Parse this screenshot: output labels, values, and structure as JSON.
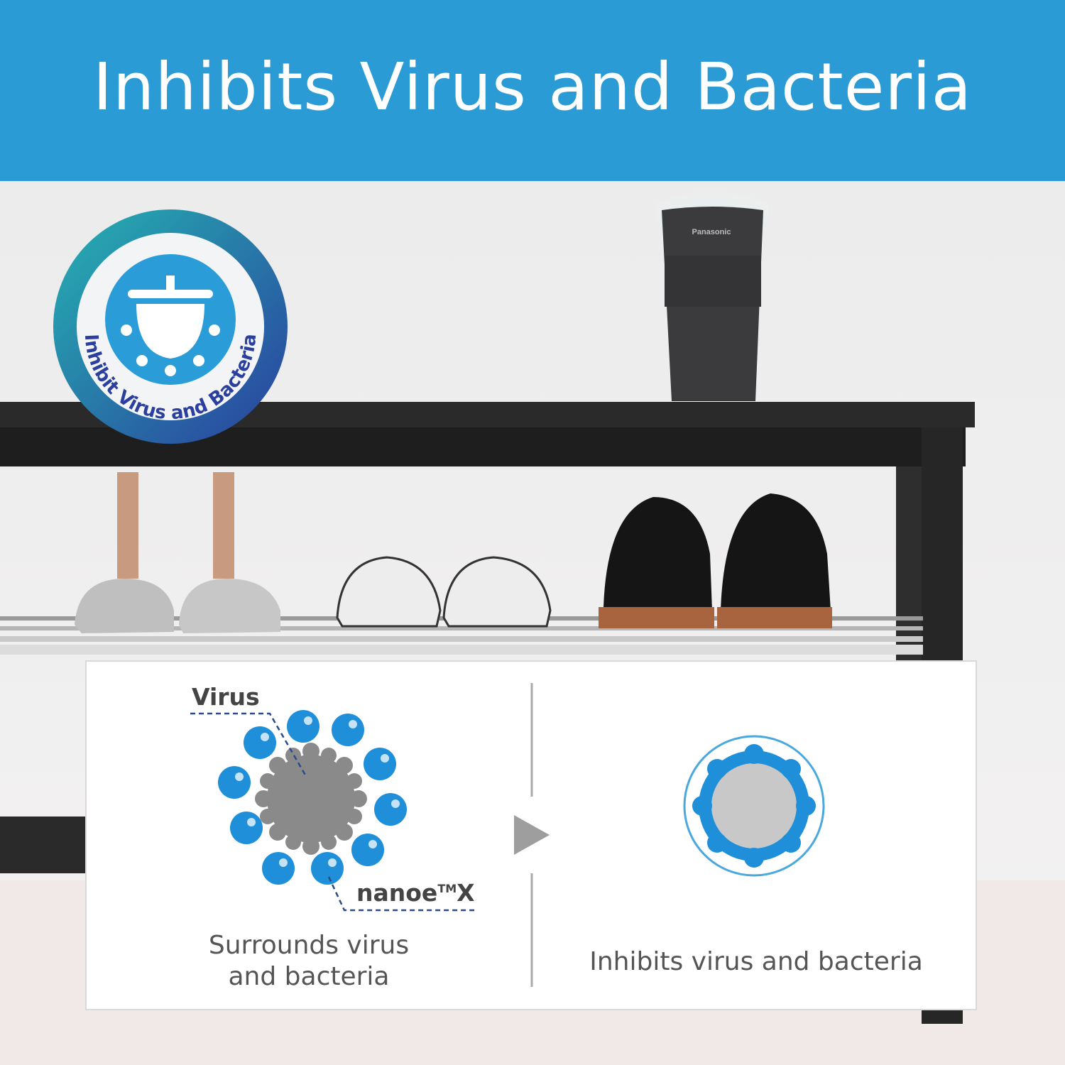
{
  "banner": {
    "title": "Inhibits Virus and Bacteria"
  },
  "badge": {
    "text": "Inhibit Virus and Bacteria",
    "icon": "virus-shield-icon"
  },
  "device": {
    "brand": "Panasonic"
  },
  "diagram": {
    "left": {
      "label_virus": "Virus",
      "label_nanoe": "nanoe",
      "label_nanoe_sup": "TM",
      "label_nanoe_suffix": "X",
      "caption_line1": "Surrounds virus",
      "caption_line2": "and bacteria"
    },
    "right": {
      "caption": "Inhibits virus and bacteria"
    }
  },
  "colors": {
    "banner": "#2b9bd5",
    "particle": "#1e8fd8",
    "virus": "#8a8a8a",
    "shelf": "#2a2a2a"
  }
}
